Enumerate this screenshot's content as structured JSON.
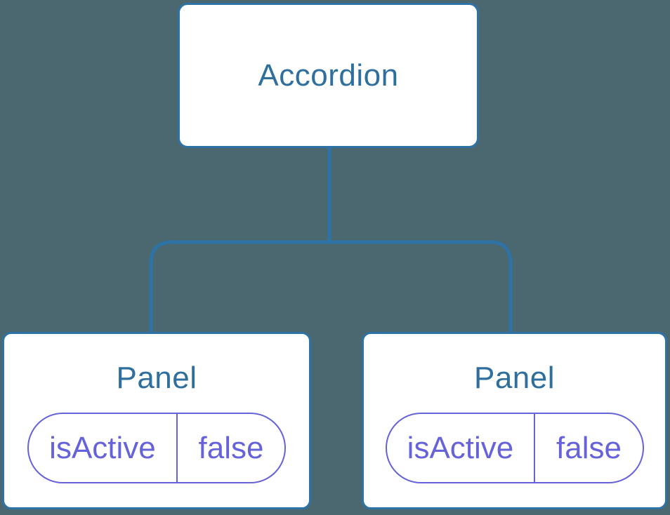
{
  "colors": {
    "background": "#4b6770",
    "node_bg": "#ffffff",
    "node_border": "#2d73a5",
    "node_label": "#2f6f9e",
    "connector": "#2d73a5",
    "pill_accent": "#6663da"
  },
  "diagram": {
    "type": "component-tree",
    "root": {
      "label": "Accordion"
    },
    "children": [
      {
        "label": "Panel",
        "prop": {
          "name": "isActive",
          "value": "false"
        }
      },
      {
        "label": "Panel",
        "prop": {
          "name": "isActive",
          "value": "false"
        }
      }
    ]
  }
}
